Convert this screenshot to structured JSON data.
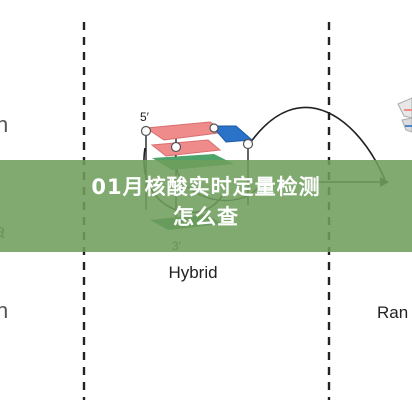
{
  "title": {
    "line1": "01月核酸实时定量检测",
    "line2": "怎么查"
  },
  "figure": {
    "label_center": "Hybrid",
    "label_right": "Ran",
    "strand_5prime": "5′",
    "strand_3prime": "3′",
    "left_edge_top": "n",
    "left_edge_bottom": "n"
  },
  "colors": {
    "banner": "#709e5c",
    "salmon_strand": "#ef8b8b",
    "blue_strand": "#2a73c9",
    "green_strand": "#4ea36b",
    "divider": "#222222"
  }
}
